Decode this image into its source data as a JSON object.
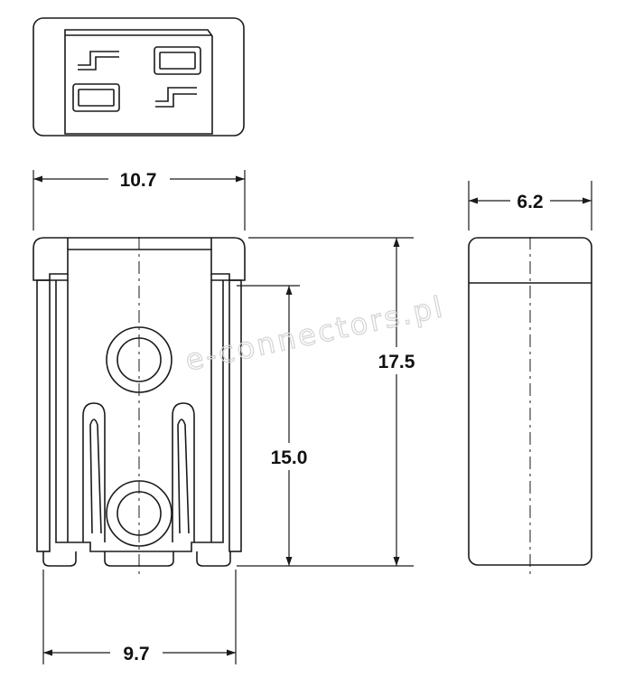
{
  "dimensions": {
    "width_top": "10.7",
    "depth_side": "6.2",
    "height_total": "17.5",
    "height_blade": "15.0",
    "width_bottom": "9.7"
  },
  "watermark": "e-connectors.pl",
  "colors": {
    "line": "#1a1a1a",
    "fill": "#ffffff",
    "watermark": "#d4d4d4"
  }
}
